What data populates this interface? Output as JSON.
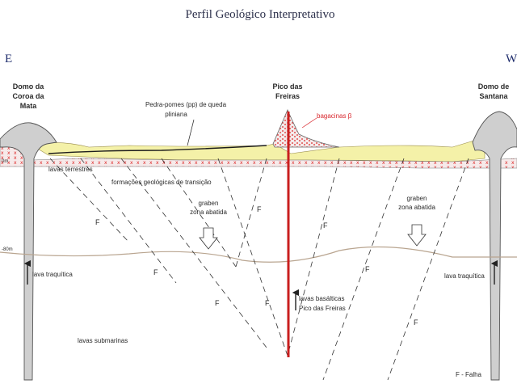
{
  "title": "Perfil Geológico Interpretativo",
  "direction": {
    "left": "E",
    "right": "W"
  },
  "domes": {
    "left": [
      "Domo da",
      "Coroa da",
      "Mata"
    ],
    "center": [
      "Pico das",
      "Freiras"
    ],
    "right": [
      "Domo de",
      "Santana"
    ]
  },
  "labels": {
    "pumice": [
      "Pedra-pomes (pp) de queda",
      "pliniana"
    ],
    "bagacinas": "bagacinas β",
    "lavas_terrestres": "lavas   terrestres",
    "transition": "formações  geológicas de transição",
    "graben_left": [
      "graben",
      "zona abatida"
    ],
    "graben_right": [
      "graben",
      "zona abatida"
    ],
    "lava_traq_left": "lava traquítica",
    "lava_traq_right": "lava traquítica",
    "lavas_basalticas": [
      "lavas basálticas",
      "Pico das Freiras"
    ],
    "lavas_submarinas": "lavas submarinas",
    "legend_falha": "F - Falha",
    "fault": "F"
  },
  "depth_marks": {
    "zero": "0m",
    "minus80": "-80m"
  },
  "colors": {
    "pumice": "#f4f1a8",
    "bagacinas_text": "#d8262c",
    "conduit": "#c91f1f",
    "dome": "#cfcfcf",
    "direction": "#1d2b6b",
    "sea_level_line": "#b9a590"
  }
}
